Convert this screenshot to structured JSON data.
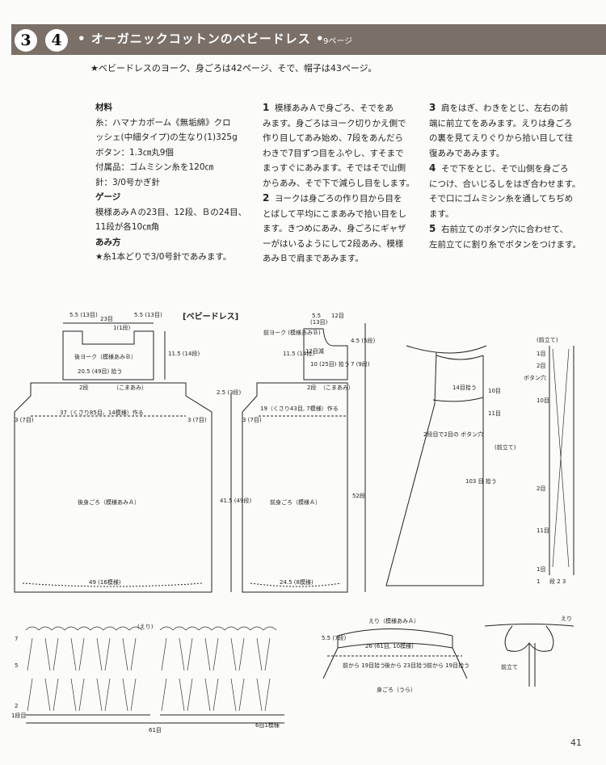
{
  "header": {
    "badge_left": "3",
    "badge_right": "4",
    "title": "• オーガニックコットンのベビードレス •",
    "page_ref": "9ページ"
  },
  "intro": "★ベビードレスのヨーク、身ごろは42ページ、そで、帽子は43ページ。",
  "materials": {
    "heading": "材料",
    "lines": [
      "糸：ハマナカポーム《無垢綿》クロ",
      "ッシェ(中細タイプ)の生なり(1)325g",
      "ボタン：1.3㎝丸9個",
      "付属品：ゴムミシン糸を120㎝",
      "針：3/0号かぎ針"
    ],
    "gauge_heading": "ゲージ",
    "gauge_lines": [
      "模様あみＡの23目、12段、Ｂの24目、",
      "11段が各10㎝角"
    ],
    "method_heading": "あみ方",
    "method_lines": [
      "★糸1本どりで3/0号針であみます。"
    ]
  },
  "steps_col2": [
    {
      "num": "1",
      "lines": [
        "模様あみＡで身ごろ、そでをあ",
        "みます。身ごろはヨーク切りかえ側で",
        "作り目してあみ始め、7段をあんだら",
        "わきで7目ずつ目をふやし、すそまで",
        "まっすぐにあみます。そではそで山側",
        "からあみ、そで下で減らし目をします。"
      ]
    },
    {
      "num": "2",
      "lines": [
        "ヨークは身ごろの作り目から目を",
        "とばして平均にこまあみで拾い目をし",
        "ます。きつめにあみ、身ごろにギャザ",
        "ーがはいるようにして2段あみ、模様",
        "あみＢで肩まであみます。"
      ]
    }
  ],
  "steps_col3": [
    {
      "num": "3",
      "lines": [
        "肩をはぎ、わきをとじ、左右の前",
        "端に前立てをあみます。えりは身ごろ",
        "の裏を見てえりぐりから拾い目して往",
        "復あみであみます。"
      ]
    },
    {
      "num": "4",
      "lines": [
        "そで下をとじ、そで山側を身ごろ",
        "につけ、合いじるしをはぎ合わせます。",
        "そで口にゴムミシン糸を通してちぢめ",
        "ます。"
      ]
    },
    {
      "num": "5",
      "lines": [
        "右前立てのボタン穴に合わせて、",
        "左前立てに割り糸でボタンをつけます。"
      ]
    }
  ],
  "diagram": {
    "section_title": "[ベビードレス]",
    "back": {
      "top_l": "5.5\n(13目)",
      "top_m": "23目",
      "top_r": "5.5\n(13目)",
      "yoke_1row": "1(1段)",
      "yoke_label": "後ヨーク（模様あみＢ）",
      "yoke_h": "11.5\n(14段)",
      "pickup": "20.5 (49目) 拾う",
      "row2": "2段",
      "koma": "（こまあみ）",
      "width": "37（くさり85目、14模様）作る",
      "side_l": "3 (7目)",
      "side_r": "3 (7目)",
      "body_label": "後身ごろ（模様あみＡ）",
      "bottom": "49 (16模様)"
    },
    "front": {
      "top_l": "5.5",
      "top_r": "12目",
      "top_l2": "(13目)",
      "yoke_label": "前ヨーク\n(模様あみＢ)",
      "yoke_h": "11.5\n(14段)",
      "shoulder": "4.5 (5段)",
      "decrease": "12目減",
      "pickup_w": "10 (25目)\n拾う",
      "pickup_h": "7 (9段)",
      "row2": "2段",
      "koma": "（こまあみ）",
      "side_top": "2.5 (3段)",
      "width": "19（くさり43目, 7模様）作る",
      "side_l": "3 (7目)",
      "body_label": "前身ごろ（模様Ａ）",
      "height": "41.5\n(49段)",
      "rows": "52段",
      "bottom": "24.5 (8模様)"
    },
    "side_view": {
      "pickup": "14目拾う",
      "row10": "10目",
      "row11": "11目",
      "buttonhole": "2段目で2目の\nボタン穴",
      "placket": "(前立て)",
      "pickup2": "103\n目\n拾う"
    },
    "placket_detail": {
      "title": "(前立て)",
      "rows": [
        "1目",
        "2目",
        "10目",
        "2目",
        "11目",
        "1目"
      ],
      "buttonhole": "ボタン穴",
      "bottom_rows": "段 2 3",
      "bottom_1": "1"
    },
    "pattern": {
      "collar_label": "(えり)",
      "row7": "7",
      "row5": "5",
      "row2": "2",
      "row1": "1段目",
      "width": "61目",
      "repeat": "6目1模様"
    },
    "collar": {
      "label": "えり（模様あみＡ）",
      "height": "5.5\n(7段)",
      "width": "26 (61目, 10模様)",
      "pickup_l": "前から\n19目拾う",
      "pickup_c": "後から\n23目拾う",
      "pickup_r": "前から\n19目拾う",
      "body": "身ごろ（うら）",
      "front_placket": "前立て",
      "collar2": "えり"
    }
  },
  "page_number": "41"
}
